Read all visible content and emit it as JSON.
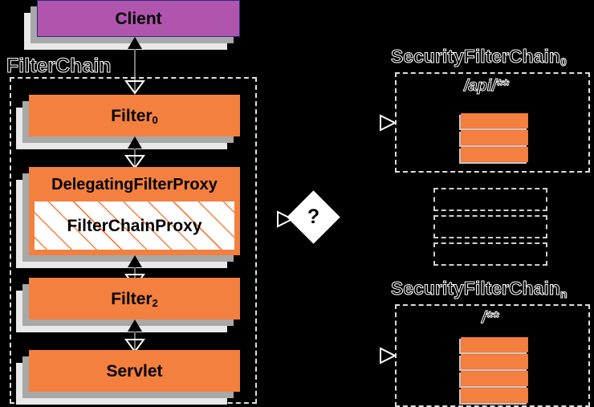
{
  "diagram": {
    "title": "Spring Security FilterChain to SecurityFilterChain mapping",
    "colors": {
      "orange": "#f3803f",
      "purple": "#b055ad",
      "client_border": "#262a7a",
      "shadow_dark": "#a8a8a8",
      "shadow_light": "#e8e8e8",
      "dashed_border": "#dedede",
      "background": "#000000",
      "text": "#000000",
      "outline_text_stroke": "#ffffff"
    }
  },
  "client": {
    "label": "Client"
  },
  "filter_chain": {
    "label": "FilterChain",
    "nodes": [
      {
        "label": "Filter",
        "subscript": "0",
        "type": "orange-box"
      },
      {
        "label": "DelegatingFilterProxy",
        "inner_label": "FilterChainProxy",
        "type": "composite-box"
      },
      {
        "label": "Filter",
        "subscript": "2",
        "type": "orange-box"
      },
      {
        "label": "Servlet",
        "subscript": "",
        "type": "orange-box"
      }
    ]
  },
  "decision": {
    "label": "?",
    "shape": "diamond"
  },
  "security_filter_chains": [
    {
      "label": "SecurityFilterChain",
      "subscript": "0",
      "pattern": "/api/**",
      "filter_count": 3
    },
    {
      "label": "",
      "subscript": "",
      "pattern": "",
      "filter_count": 3,
      "placeholder": true
    },
    {
      "label": "SecurityFilterChain",
      "subscript": "n",
      "pattern": "/**",
      "filter_count": 4
    }
  ],
  "icons": {
    "arrow_up": "arrow-up-solid-icon",
    "arrow_down": "arrow-down-hollow-icon",
    "arrow_right": "arrow-right-hollow-icon"
  }
}
